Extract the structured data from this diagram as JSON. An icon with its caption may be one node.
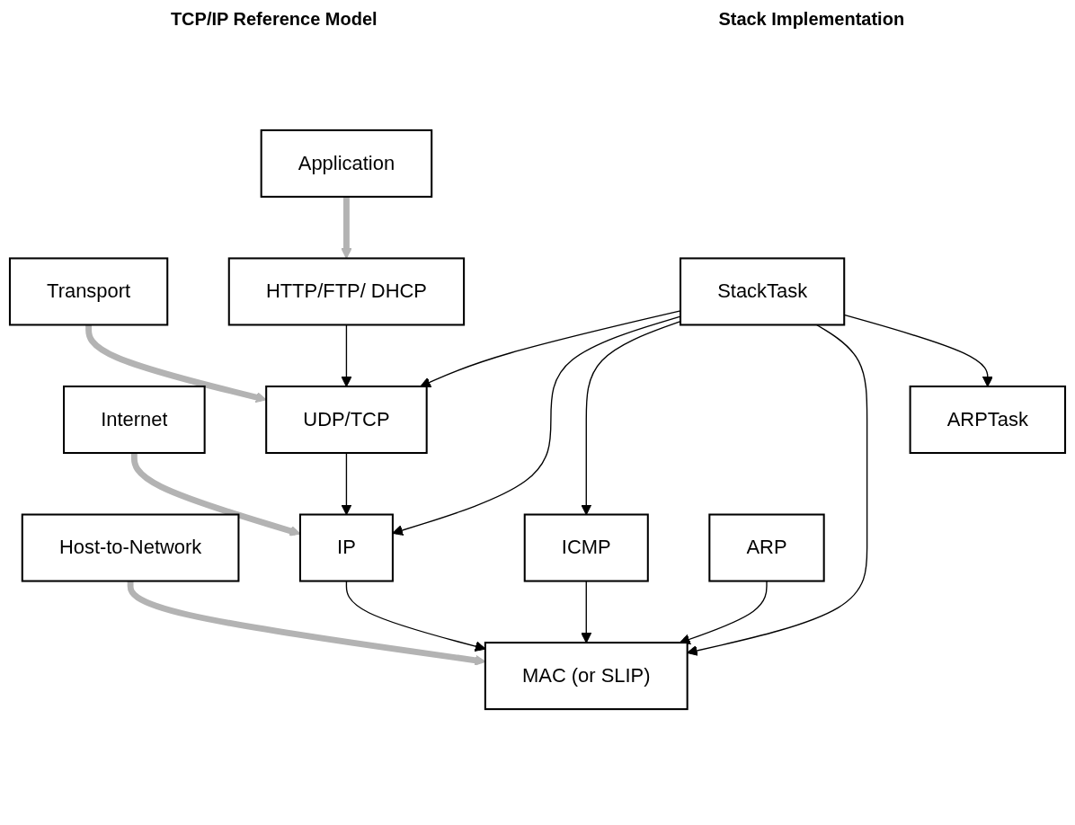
{
  "diagram": {
    "nodes": [
      {
        "text": [
          "Application"
        ]
      },
      {
        "text": [
          "Transport"
        ]
      },
      {
        "text": [
          "Internet"
        ]
      },
      {
        "text": [
          "Host-to-Network"
        ]
      },
      {
        "text": [
          "HTTP/FTP/ DHCP"
        ]
      },
      {
        "text": [
          "StackTask"
        ]
      },
      {
        "text": [
          "UDP/TCP"
        ]
      },
      {
        "text": [
          "ICMP"
        ]
      },
      {
        "text": [
          "IP"
        ]
      },
      {
        "text": [
          "ARPTask"
        ]
      },
      {
        "text": [
          "ARP"
        ]
      },
      {
        "text": [
          "MAC (or SLIP)"
        ]
      }
    ],
    "edges": [
      {
        "from": 0,
        "to": 4,
        "arrow": "to",
        "style": "thick",
        "color": "#b3b3b3"
      },
      {
        "from": 1,
        "to": 6,
        "arrow": "to",
        "style": "thick",
        "color": "#b3b3b3"
      },
      {
        "from": 2,
        "to": 8,
        "arrow": "to",
        "style": "thick",
        "color": "#b3b3b3"
      },
      {
        "from": 3,
        "to": 11,
        "arrow": "to",
        "style": "thick",
        "color": "#b3b3b3"
      },
      {
        "from": 4,
        "to": 6,
        "arrow": "to"
      },
      {
        "from": 5,
        "to": 6,
        "arrow": "to"
      },
      {
        "from": 5,
        "to": 8,
        "arrow": "to"
      },
      {
        "from": 5,
        "to": 7,
        "arrow": "to"
      },
      {
        "from": 5,
        "to": 11,
        "arrow": "to"
      },
      {
        "from": 5,
        "to": 9,
        "arrow": "to"
      },
      {
        "from": 6,
        "to": 8,
        "arrow": "to"
      },
      {
        "from": 7,
        "to": 11,
        "arrow": "to"
      },
      {
        "from": 8,
        "to": 11,
        "arrow": "to"
      },
      {
        "from": 10,
        "to": 11,
        "arrow": "to"
      }
    ],
    "labels": [
      "TCP/IP Reference Model",
      "Stack Implementation"
    ]
  }
}
